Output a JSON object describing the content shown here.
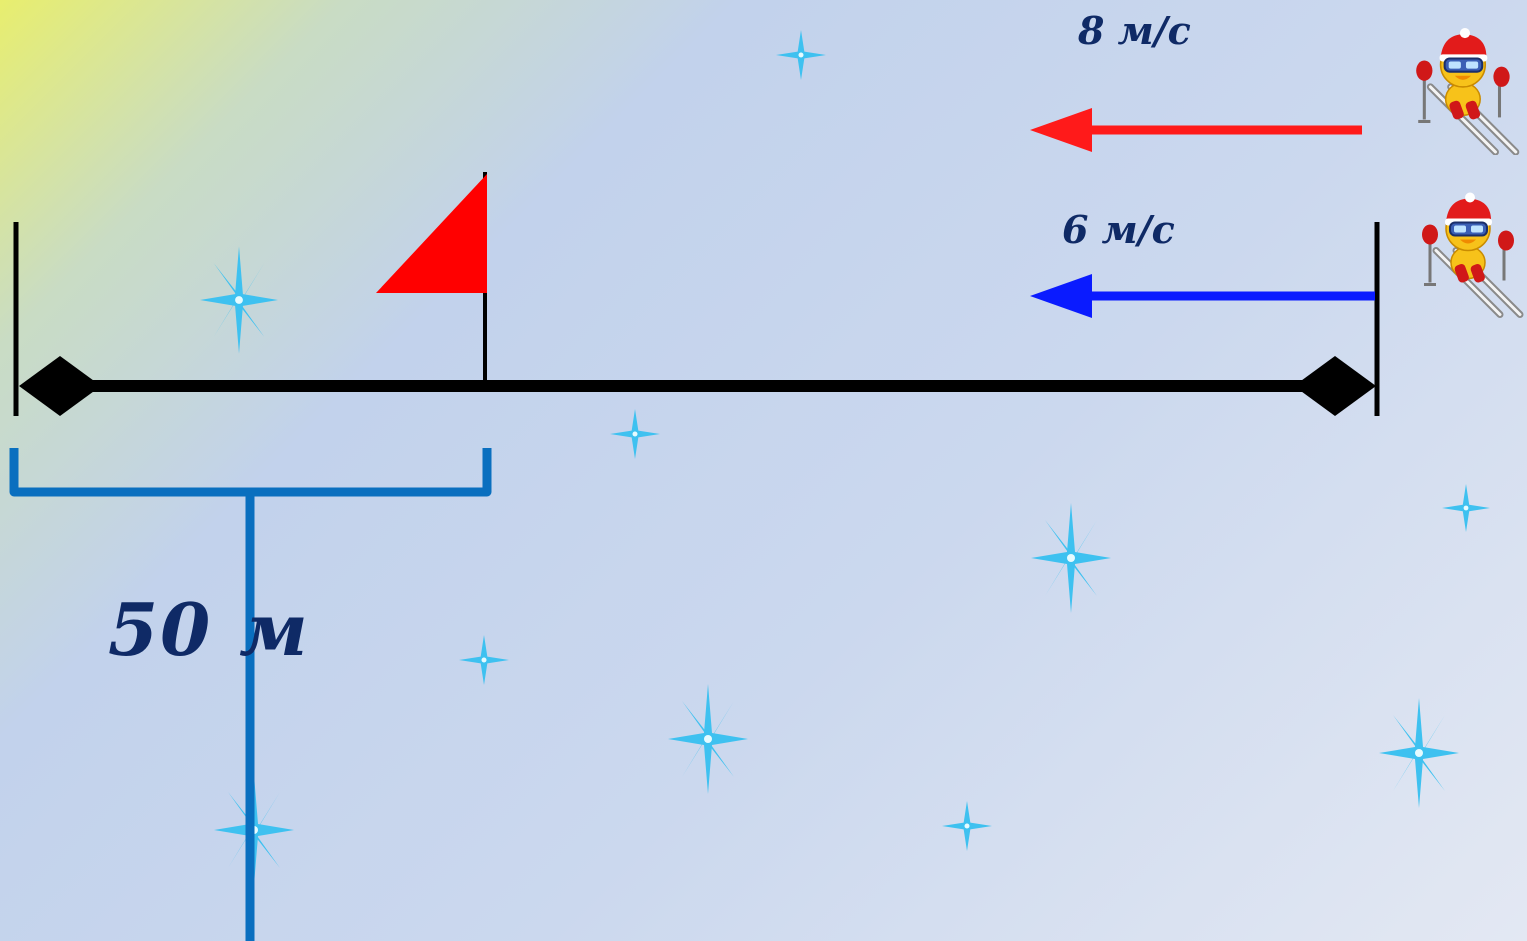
{
  "labels": {
    "speed_fast": "8 м/с",
    "speed_slow": "6 м/с",
    "distance": "50 м"
  },
  "colors": {
    "fast_arrow": "#ff1a1a",
    "slow_arrow": "#0a1bff",
    "track": "#000000",
    "flag": "#ff0000",
    "bracket": "#0a6fbf",
    "sparkle": "#3ec1f0",
    "label_text": "#0f2a66"
  },
  "icons": {
    "skier_top": "skier-icon",
    "skier_bottom": "skier-icon",
    "flag": "flag-icon",
    "sparkles": "sparkle-icon"
  }
}
